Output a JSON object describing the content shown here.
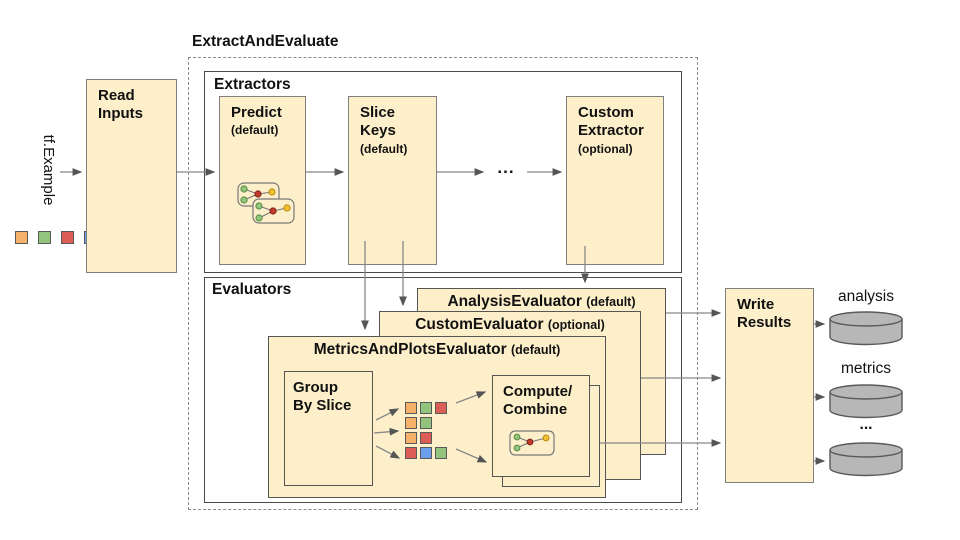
{
  "title": "ExtractAndEvaluate",
  "input": {
    "label": "tf.Example",
    "legend_squares": [
      "orange",
      "green",
      "red",
      "blue"
    ]
  },
  "read_inputs": {
    "lines": [
      "Read",
      "Inputs"
    ]
  },
  "extractors": {
    "label": "Extractors",
    "predict": {
      "lines": [
        "Predict"
      ],
      "sub": "(default)"
    },
    "slice_keys": {
      "lines": [
        "Slice",
        "Keys"
      ],
      "sub": "(default)"
    },
    "ellipsis": "...",
    "custom_extractor": {
      "lines": [
        "Custom",
        "Extractor"
      ],
      "sub": "(optional)"
    }
  },
  "evaluators": {
    "label": "Evaluators",
    "analysis_card": {
      "name": "AnalysisEvaluator",
      "sub": "(default)"
    },
    "custom_card": {
      "name": "CustomEvaluator",
      "sub": "(optional)"
    },
    "metrics_card": {
      "name": "MetricsAndPlotsEvaluator",
      "sub": "(default)"
    },
    "group_by_slice": {
      "lines": [
        "Group",
        "By Slice"
      ]
    },
    "compute_combine": {
      "lines": [
        "Compute/",
        "Combine"
      ]
    },
    "slice_rows": [
      [
        "orange",
        "green",
        "red"
      ],
      [
        "orange",
        "green"
      ],
      [
        "orange",
        "red"
      ],
      [
        "red",
        "blue",
        "green"
      ]
    ]
  },
  "write_results": {
    "lines": [
      "Write",
      "Results"
    ]
  },
  "outputs": [
    {
      "label": "analysis"
    },
    {
      "label": "metrics"
    },
    {
      "label": "..."
    }
  ],
  "icons": {
    "predict": "model-graph-icon",
    "compute": "compute-graph-icon",
    "output": "database-cylinder-icon"
  },
  "colors": {
    "box_fill": "#fcefca",
    "orange": "#f6b26b",
    "green": "#93c47d",
    "red": "#dc5d55",
    "blue": "#6d9eeb",
    "node_red": "#c0392b",
    "node_yellow": "#f1c232",
    "cylinder_fill": "#b7b7b7"
  }
}
